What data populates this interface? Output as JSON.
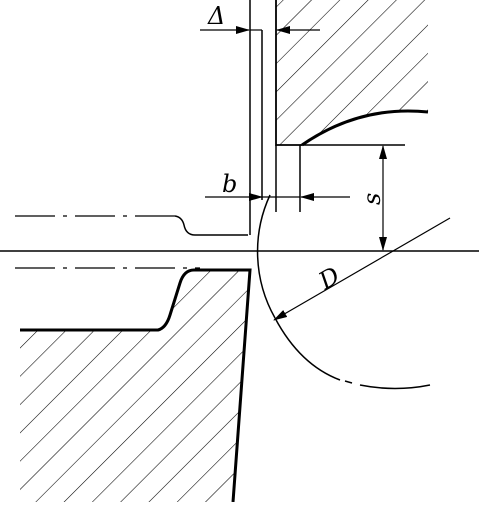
{
  "diagram": {
    "labels": {
      "delta": "Δ",
      "b": "b",
      "s": "s",
      "D": "D"
    },
    "colors": {
      "stroke": "#000000",
      "background": "#ffffff"
    }
  }
}
